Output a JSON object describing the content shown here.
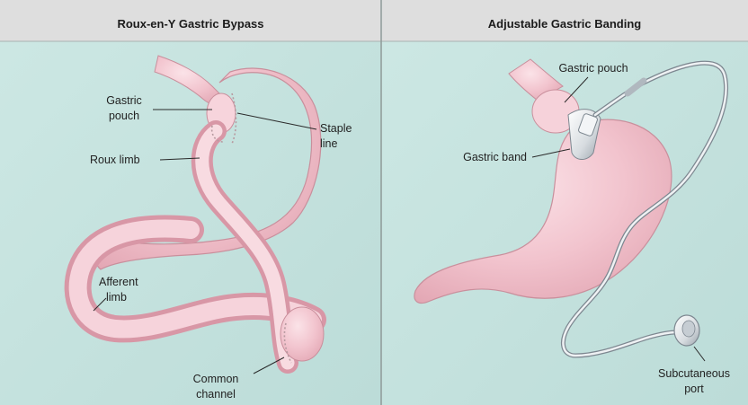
{
  "panels": [
    {
      "title": "Roux-en-Y Gastric Bypass",
      "labels": {
        "gastric_pouch_1": "Gastric",
        "gastric_pouch_2": "pouch",
        "staple_line_1": "Staple",
        "staple_line_2": "line",
        "roux_limb": "Roux limb",
        "afferent_limb_1": "Afferent",
        "afferent_limb_2": "limb",
        "common_channel_1": "Common",
        "common_channel_2": "channel"
      }
    },
    {
      "title": "Adjustable Gastric Banding",
      "labels": {
        "gastric_pouch": "Gastric pouch",
        "gastric_band": "Gastric band",
        "subcutaneous_port_1": "Subcutaneous",
        "subcutaneous_port_2": "port"
      }
    }
  ],
  "colors": {
    "background": "#c9e5e1",
    "header": "#dcdcdc",
    "divider": "#8e9a98",
    "tissue": "#f2c6cf",
    "tissue_outline": "#c98f9c",
    "tissue_highlight": "#fbe6ea",
    "device": "#e4e7ea",
    "device_outline": "#7d8790"
  }
}
